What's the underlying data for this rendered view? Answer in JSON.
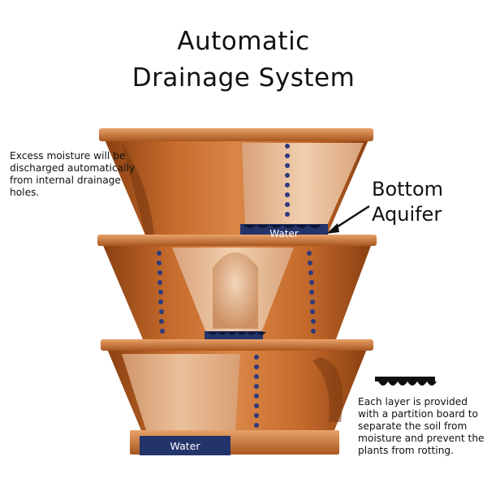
{
  "title": {
    "line1": "Automatic",
    "line2": "Drainage System"
  },
  "left_note": "Excess moisture will be discharged automatically from internal drainage holes.",
  "aquifer_label": {
    "line1": "Bottom",
    "line2": "Aquifer"
  },
  "right_note": "Each layer is provided with a partition board to separate the soil from moisture and prevent the plants from rotting.",
  "water_labels": {
    "top": "Water",
    "bottom": "Water"
  },
  "colors": {
    "pot_dark": "#9c4d18",
    "pot_mid": "#c8753a",
    "pot_light": "#e7a56b",
    "inner": "#e8b98f",
    "water": "#23346a",
    "dots": "#2e3a7c"
  }
}
